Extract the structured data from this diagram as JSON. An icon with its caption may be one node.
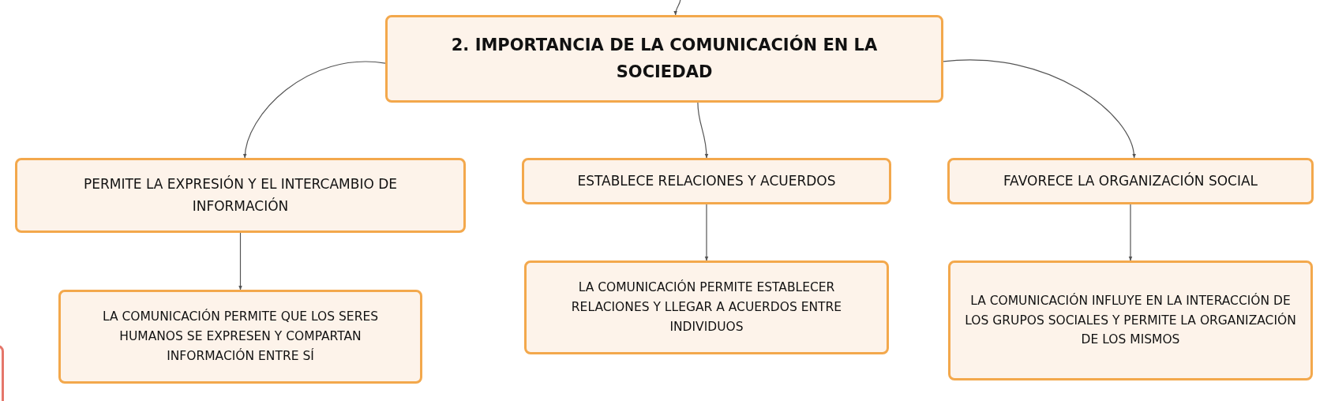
{
  "diagram": {
    "nodes": [
      {
        "text": [
          "2. IMPORTANCIA DE LA COMUNICACIÓN EN LA SOCIEDAD"
        ]
      },
      {
        "text": [
          "PERMITE LA EXPRESIÓN Y EL INTERCAMBIO DE INFORMACIÓN"
        ]
      },
      {
        "text": [
          "ESTABLECE RELACIONES Y ACUERDOS"
        ]
      },
      {
        "text": [
          "FAVORECE LA ORGANIZACIÓN SOCIAL"
        ]
      },
      {
        "text": [
          "LA COMUNICACIÓN PERMITE QUE LOS SERES HUMANOS SE EXPRESEN Y COMPARTAN INFORMACIÓN ENTRE SÍ"
        ]
      },
      {
        "text": [
          "LA COMUNICACIÓN PERMITE ESTABLECER RELACIONES Y LLEGAR A ACUERDOS ENTRE INDIVIDUOS"
        ]
      },
      {
        "text": [
          "LA COMUNICACIÓN INFLUYE EN LA INTERACCIÓN DE LOS GRUPOS SOCIALES Y PERMITE LA ORGANIZACIÓN DE LOS MISMOS"
        ]
      },
      {
        "text": [],
        "shape": "box"
      }
    ],
    "edges": [
      {
        "from": null,
        "to": 0,
        "arrow": "to"
      },
      {
        "from": 0,
        "to": 1,
        "arrow": "to"
      },
      {
        "from": 0,
        "to": 2,
        "arrow": "to"
      },
      {
        "from": 0,
        "to": 3,
        "arrow": "to"
      },
      {
        "from": 1,
        "to": 4,
        "arrow": "to"
      },
      {
        "from": 2,
        "to": 5,
        "arrow": "to"
      },
      {
        "from": 3,
        "to": 6,
        "arrow": "to"
      }
    ]
  }
}
